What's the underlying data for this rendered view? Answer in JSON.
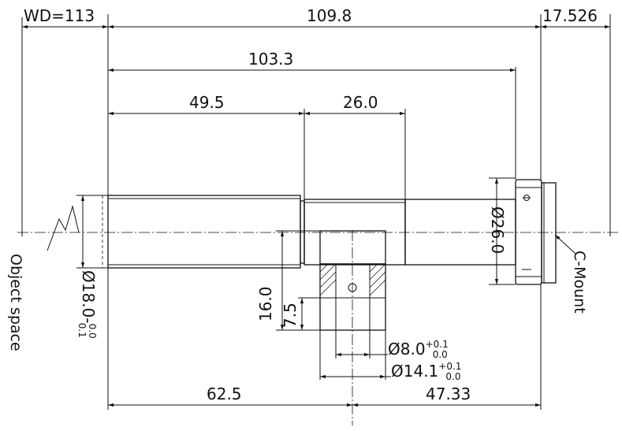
{
  "dimensions": {
    "working_distance": "WD=113",
    "overall_length": "109.8",
    "flange_distance": "17.526",
    "length_to_flange": "103.3",
    "front_barrel_length": "49.5",
    "middle_section_length": "26.0",
    "front_to_center": "62.5",
    "center_to_mount": "47.33",
    "port_height": "16.0",
    "port_recess": "7.5",
    "rear_diameter": "Ø26.0",
    "front_diameter": "Ø18.0-",
    "front_diameter_tol_upper": "0.0",
    "front_diameter_tol_lower": "0.1",
    "port_inner_diameter": "Ø8.0",
    "port_inner_tol_upper": "+0.1",
    "port_inner_tol_lower": "0.0",
    "port_outer_diameter": "Ø14.1",
    "port_outer_tol_upper": "+0.1",
    "port_outer_tol_lower": "0.0"
  },
  "labels": {
    "object_space": "Object space",
    "mount": "C-Mount"
  },
  "colors": {
    "line": "#111111",
    "background": "#ffffff"
  }
}
